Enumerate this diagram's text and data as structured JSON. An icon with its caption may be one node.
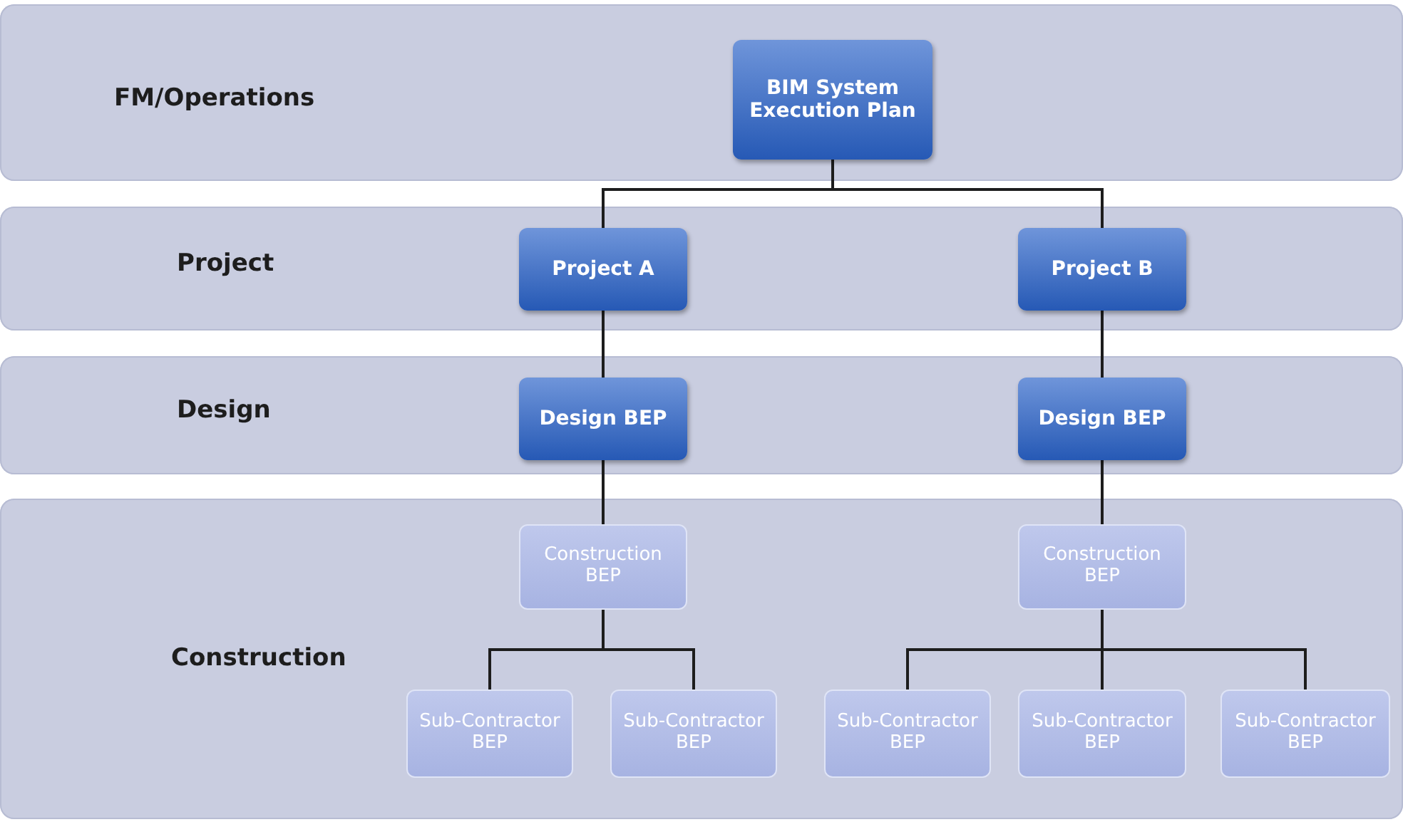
{
  "diagram": {
    "nodes": [
      {
        "text": [
          "FM/Operations"
        ]
      },
      {
        "text": [
          "BIM System Execution Plan"
        ],
        "in": 0
      },
      {
        "text": [
          "Project"
        ]
      },
      {
        "text": [
          "Project A"
        ],
        "in": 2
      },
      {
        "text": [
          "Project B"
        ],
        "in": 2
      },
      {
        "text": [
          "Design"
        ]
      },
      {
        "text": [
          "Design BEP"
        ],
        "in": 5
      },
      {
        "text": [
          "Design BEP"
        ],
        "in": 5
      },
      {
        "text": [
          "Construction"
        ]
      },
      {
        "text": [
          "Construction BEP"
        ],
        "in": 8
      },
      {
        "text": [
          "Construction BEP"
        ],
        "in": 8
      },
      {
        "text": [
          "Sub-Contractor BEP"
        ],
        "in": 8
      },
      {
        "text": [
          "Sub-Contractor BEP"
        ],
        "in": 8
      },
      {
        "text": [
          "Sub-Contractor BEP"
        ],
        "in": 8
      },
      {
        "text": [
          "Sub-Contractor BEP"
        ],
        "in": 8
      },
      {
        "text": [
          "Sub-Contractor BEP"
        ],
        "in": 8
      }
    ],
    "edges": [
      {
        "from": 1,
        "to": 3,
        "arrow": "none"
      },
      {
        "from": 1,
        "to": 4,
        "arrow": "none"
      },
      {
        "from": 3,
        "to": 6,
        "arrow": "none"
      },
      {
        "from": 4,
        "to": 7,
        "arrow": "none"
      },
      {
        "from": 6,
        "to": 9,
        "arrow": "none"
      },
      {
        "from": 7,
        "to": 10,
        "arrow": "none"
      },
      {
        "from": 9,
        "to": 11,
        "arrow": "none"
      },
      {
        "from": 9,
        "to": 12,
        "arrow": "none"
      },
      {
        "from": 10,
        "to": 13,
        "arrow": "none"
      },
      {
        "from": 10,
        "to": 14,
        "arrow": "none"
      },
      {
        "from": 10,
        "to": 15,
        "arrow": "none"
      }
    ]
  }
}
